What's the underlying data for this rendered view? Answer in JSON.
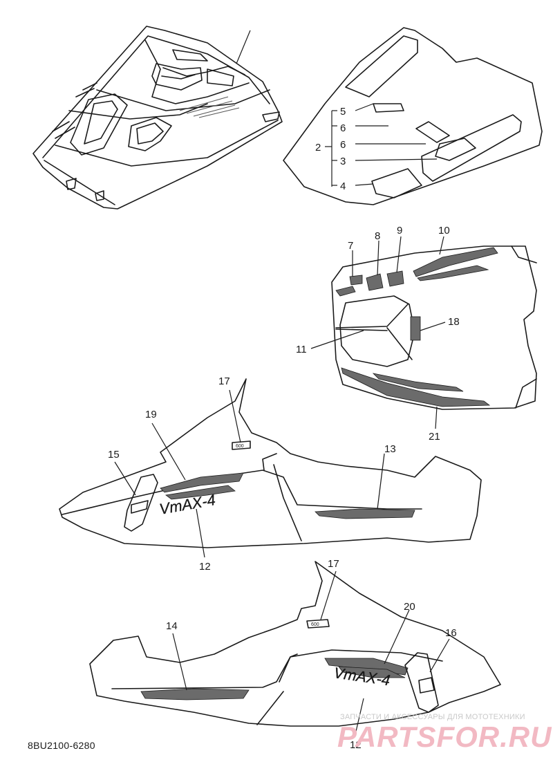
{
  "callouts": [
    {
      "id": "c2",
      "text": "2"
    },
    {
      "id": "c3",
      "text": "3"
    },
    {
      "id": "c4",
      "text": "4"
    },
    {
      "id": "c5",
      "text": "5"
    },
    {
      "id": "c6a",
      "text": "6"
    },
    {
      "id": "c6b",
      "text": "6"
    },
    {
      "id": "c7",
      "text": "7"
    },
    {
      "id": "c8",
      "text": "8"
    },
    {
      "id": "c9",
      "text": "9"
    },
    {
      "id": "c10",
      "text": "10"
    },
    {
      "id": "c11",
      "text": "11"
    },
    {
      "id": "c12a",
      "text": "12"
    },
    {
      "id": "c12b",
      "text": "12"
    },
    {
      "id": "c13",
      "text": "13"
    },
    {
      "id": "c14",
      "text": "14"
    },
    {
      "id": "c15",
      "text": "15"
    },
    {
      "id": "c16",
      "text": "16"
    },
    {
      "id": "c17a",
      "text": "17"
    },
    {
      "id": "c17b",
      "text": "17"
    },
    {
      "id": "c18",
      "text": "18"
    },
    {
      "id": "c19",
      "text": "19"
    },
    {
      "id": "c20",
      "text": "20"
    },
    {
      "id": "c21",
      "text": "21"
    }
  ],
  "decals": {
    "model_logo": "VmAX-4",
    "badge_number": "600"
  },
  "footer": {
    "part_code": "8BU2100-6280"
  },
  "watermark": {
    "tagline": "ЗАПЧАСТИ И АКСЕССУАРЫ ДЛЯ МОТОТЕХНИКИ",
    "brand": "PARTSFOR.RU"
  }
}
